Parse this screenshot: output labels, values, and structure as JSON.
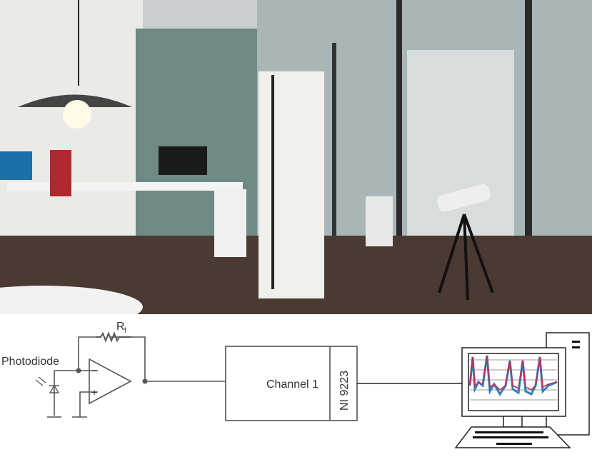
{
  "diagram": {
    "resistor_label": "R",
    "resistor_subscript": "f",
    "photodiode_label": "Photodiode",
    "opamp_minus": "−",
    "opamp_plus": "+",
    "channel_label": "Channel 1",
    "module_label": "NI 9223"
  },
  "colors": {
    "wire": "#555555",
    "signal_blue": "#2f7fc1",
    "signal_red": "#c0304a",
    "floor": "#4a3a32"
  }
}
